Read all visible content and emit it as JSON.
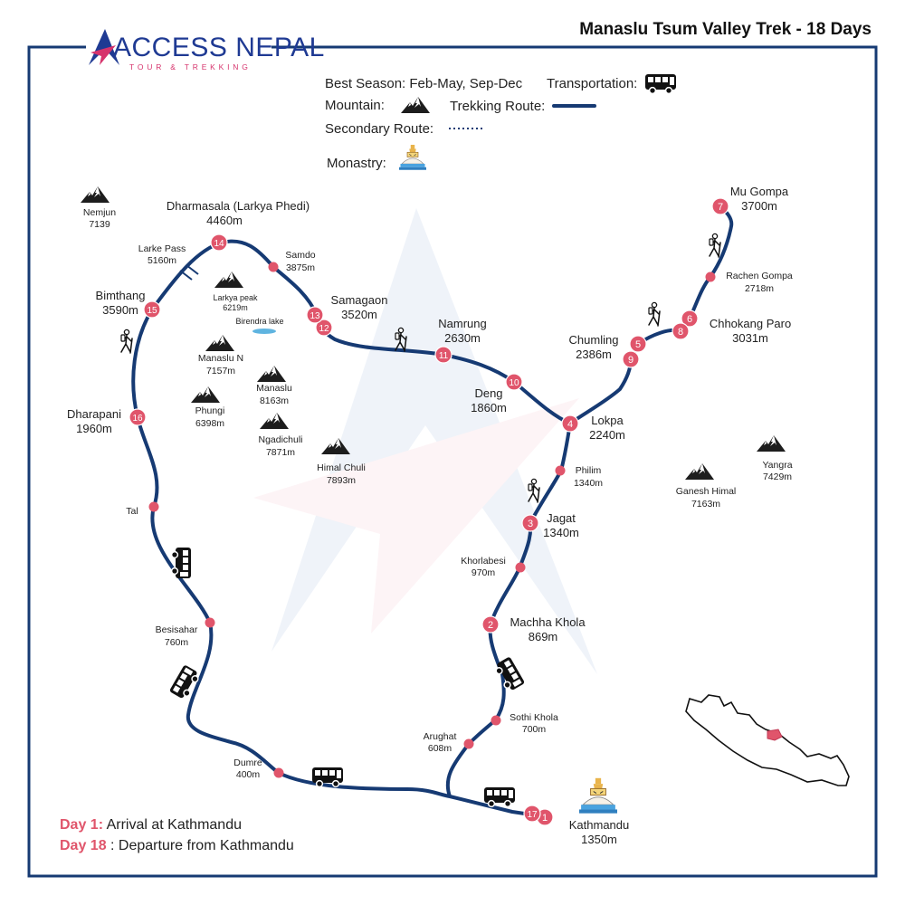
{
  "title": "Manaslu Tsum Valley Trek - 18 Days",
  "logo": {
    "name": "ACCESS NEPAL",
    "tagline": "TOUR & TREKKING"
  },
  "legend": {
    "best_season": "Best Season: Feb-May, Sep-Dec",
    "transportation": "Transportation:",
    "mountain": "Mountain:",
    "trekking_route": "Trekking Route:",
    "secondary_route": "Secondary Route:",
    "monastery": "Monastry:"
  },
  "colors": {
    "route": "#163a73",
    "stop": "#e0556b",
    "frame": "#163a73",
    "day_label": "#e0556b",
    "mountain": "#1d1d1d"
  },
  "stops": [
    {
      "id": "s1",
      "num": "1",
      "lines": [
        "Kathmandu",
        "1350m"
      ]
    },
    {
      "id": "s17",
      "num": "17"
    },
    {
      "id": "s2",
      "num": "2",
      "lines": [
        "Machha Khola",
        "869m"
      ]
    },
    {
      "id": "s3",
      "num": "3",
      "lines": [
        "Jagat",
        "1340m"
      ]
    },
    {
      "id": "s4",
      "num": "4",
      "lines": [
        "Lokpa",
        "2240m"
      ]
    },
    {
      "id": "s5",
      "num": "5"
    },
    {
      "id": "s9",
      "num": "9"
    },
    {
      "id": "s6",
      "num": "6"
    },
    {
      "id": "s8",
      "num": "8"
    },
    {
      "id": "s7",
      "num": "7",
      "lines": [
        "Mu Gompa",
        "3700m"
      ]
    },
    {
      "id": "s10",
      "num": "10",
      "lines": [
        "Deng",
        "1860m"
      ]
    },
    {
      "id": "s11",
      "num": "11",
      "lines": [
        "Namrung",
        "2630m"
      ]
    },
    {
      "id": "s12",
      "num": "12"
    },
    {
      "id": "s13",
      "num": "13"
    },
    {
      "id": "s14",
      "num": "14",
      "lines": [
        "Dharmasala (Larkya Phedi)",
        "4460m"
      ]
    },
    {
      "id": "s15",
      "num": "15",
      "lines": [
        "Bimthang",
        "3590m"
      ]
    },
    {
      "id": "s16",
      "num": "16",
      "lines": [
        "Dharapani",
        "1960m"
      ]
    }
  ],
  "paired_labels": [
    {
      "id": "chumling",
      "lines": [
        "Chumling",
        "2386m"
      ]
    },
    {
      "id": "chhokang",
      "lines": [
        "Chhokang Paro",
        "3031m"
      ]
    },
    {
      "id": "samagaon",
      "lines": [
        "Samagaon",
        "3520m"
      ]
    }
  ],
  "waypoints": [
    {
      "id": "arughat",
      "lines": [
        "Arughat",
        "608m"
      ]
    },
    {
      "id": "sothi",
      "lines": [
        "Sothi Khola",
        "700m"
      ]
    },
    {
      "id": "khorlabesi",
      "lines": [
        "Khorlabesi",
        "970m"
      ]
    },
    {
      "id": "philim",
      "lines": [
        "Philim",
        "1340m"
      ]
    },
    {
      "id": "rachen",
      "lines": [
        "Rachen Gompa",
        "2718m"
      ]
    },
    {
      "id": "samdo",
      "lines": [
        "Samdo",
        "3875m"
      ]
    },
    {
      "id": "tal",
      "lines": [
        "Tal"
      ]
    },
    {
      "id": "besisahar",
      "lines": [
        "Besisahar",
        "760m"
      ]
    },
    {
      "id": "dumre",
      "lines": [
        "Dumre",
        "400m"
      ]
    }
  ],
  "mountains": [
    {
      "id": "nemjun",
      "lines": [
        "Nemjun",
        "7139"
      ]
    },
    {
      "id": "larkya",
      "lines": [
        "Larkya peak",
        "6219m"
      ]
    },
    {
      "id": "manaslu-n",
      "lines": [
        "Manaslu N",
        "7157m"
      ]
    },
    {
      "id": "manaslu",
      "lines": [
        "Manaslu",
        "8163m"
      ]
    },
    {
      "id": "phungi",
      "lines": [
        "Phungi",
        "6398m"
      ]
    },
    {
      "id": "ngadichuli",
      "lines": [
        "Ngadichuli",
        "7871m"
      ]
    },
    {
      "id": "himal-chuli",
      "lines": [
        "Himal Chuli",
        "7893m"
      ]
    },
    {
      "id": "ganesh",
      "lines": [
        "Ganesh Himal",
        "7163m"
      ]
    },
    {
      "id": "yangra",
      "lines": [
        "Yangra",
        "7429m"
      ]
    }
  ],
  "pass": {
    "lines": [
      "Larke Pass",
      "5160m"
    ]
  },
  "lake": {
    "lines": [
      "Birendra lake"
    ]
  },
  "days": [
    {
      "key": "Day 1:",
      "text": " Arrival at Kathmandu"
    },
    {
      "key": "Day 18",
      "text": " : Departure from Kathmandu"
    }
  ]
}
